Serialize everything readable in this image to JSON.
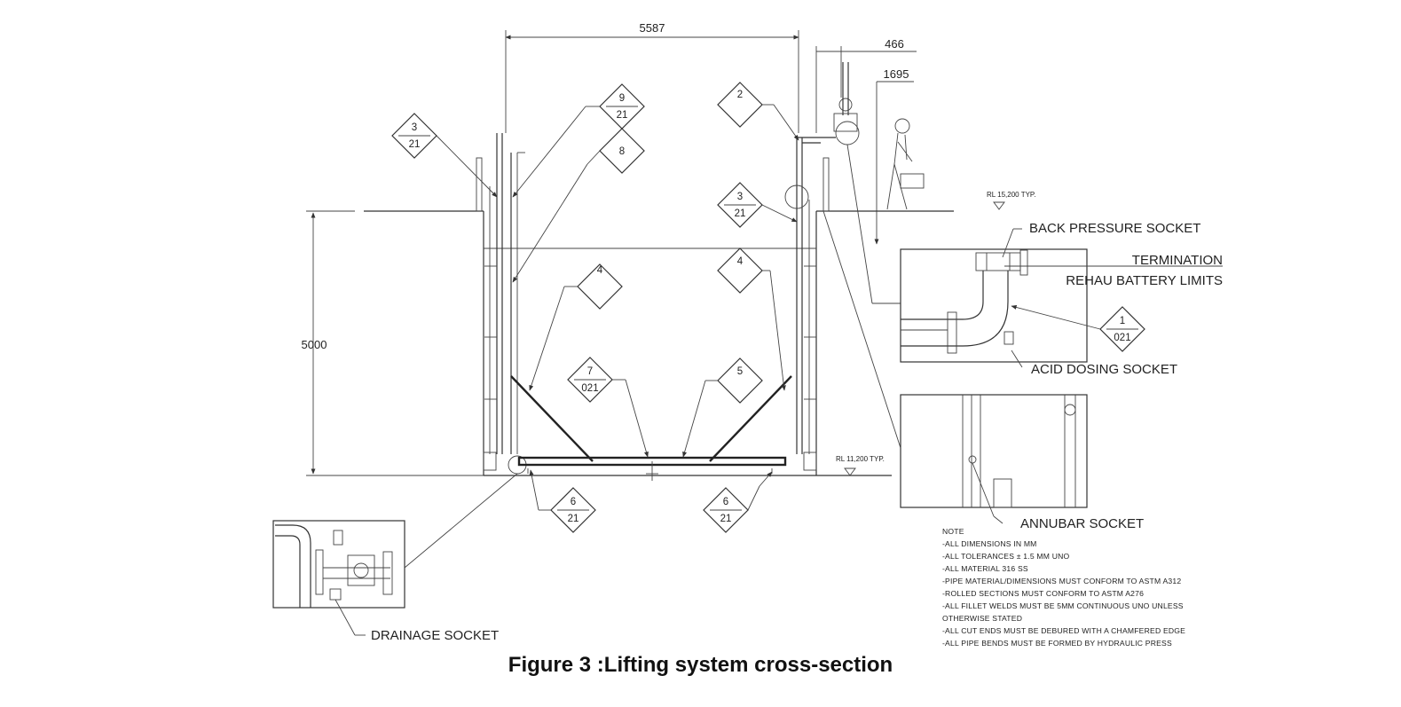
{
  "dimensions": {
    "width": "5587",
    "offset": "466",
    "side": "1695",
    "height": "5000"
  },
  "levels": {
    "top": "RL 15,200 TYP.",
    "bottom": "RL 11,200 TYP."
  },
  "tags": [
    {
      "top": "3",
      "bottom": "21"
    },
    {
      "top": "9",
      "bottom": "21"
    },
    {
      "top": "8",
      "bottom": ""
    },
    {
      "top": "2",
      "bottom": ""
    },
    {
      "top": "3",
      "bottom": "21"
    },
    {
      "top": "4",
      "bottom": ""
    },
    {
      "top": "4",
      "bottom": ""
    },
    {
      "top": "7",
      "bottom": "021"
    },
    {
      "top": "5",
      "bottom": ""
    },
    {
      "top": "6",
      "bottom": "21"
    },
    {
      "top": "6",
      "bottom": "21"
    },
    {
      "top": "1",
      "bottom": "021"
    }
  ],
  "labels": {
    "back_pressure": "BACK PRESSURE SOCKET",
    "termination": "TERMINATION",
    "battery_limits": "REHAU BATTERY LIMITS",
    "acid_dosing": "ACID DOSING SOCKET",
    "annubar": "ANNUBAR SOCKET",
    "drainage": "DRAINAGE SOCKET"
  },
  "notes": [
    "NOTE",
    "-ALL DIMENSIONS IN MM",
    "-ALL TOLERANCES ± 1.5 MM UNO",
    "-ALL MATERIAL 316 SS",
    "-PIPE MATERIAL/DIMENSIONS MUST CONFORM TO ASTM A312",
    "-ROLLED SECTIONS MUST CONFORM TO ASTM A276",
    "-ALL FILLET WELDS MUST BE 5MM CONTINUOUS UNO UNLESS",
    "OTHERWISE STATED",
    "-ALL CUT ENDS MUST BE DEBURED WITH A CHAMFERED EDGE",
    "-ALL PIPE BENDS MUST BE FORMED BY HYDRAULIC PRESS"
  ],
  "caption": "Figure 3 :Lifting system cross-section"
}
